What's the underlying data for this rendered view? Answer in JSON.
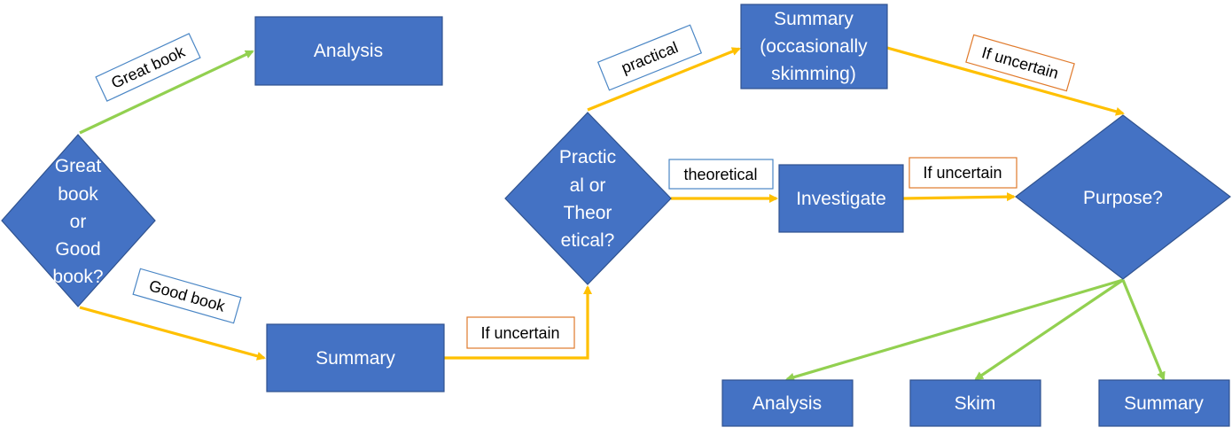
{
  "nodes": {
    "great_good": [
      "Great",
      "book",
      "or",
      "Good",
      "book?"
    ],
    "analysis_top": "Analysis",
    "summary_bottom": "Summary",
    "practical_theoretical": [
      "Practic",
      "al or",
      "Theor",
      "etical?"
    ],
    "summary_skim": [
      "Summary",
      "(occasionally",
      "skimming)"
    ],
    "investigate": "Investigate",
    "purpose": "Purpose?",
    "analysis_out": "Analysis",
    "skim_out": "Skim",
    "summary_out": "Summary"
  },
  "labels": {
    "great_book": "Great book",
    "good_book": "Good book",
    "if_uncertain_1": "If uncertain",
    "practical": "practical",
    "theoretical": "theoretical",
    "if_uncertain_2": "If uncertain",
    "if_uncertain_3": "If uncertain"
  },
  "colors": {
    "node_fill": "#4472C4",
    "edge_yellow": "#FFC000",
    "edge_green": "#92D050",
    "label_border_blue": "#4A86C5",
    "label_border_orange": "#E07A2C"
  }
}
